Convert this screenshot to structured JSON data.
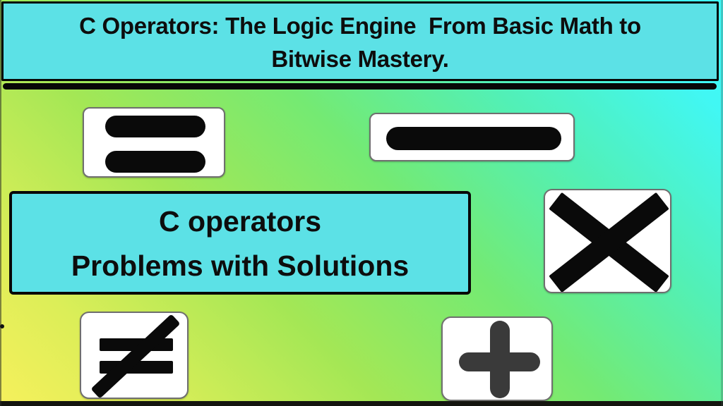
{
  "banner": {
    "title": "C Operators: The Logic Engine  From Basic Math to\nBitwise Mastery."
  },
  "topic_box": {
    "line1": "C operators",
    "line2": "Problems with Solutions"
  },
  "icons": [
    "equals-icon",
    "minus-icon",
    "multiply-icon",
    "not-equal-icon",
    "plus-icon"
  ],
  "colors": {
    "box_cyan": "#5ce1e6",
    "symbol_black": "#0a0a0a",
    "plus_gray": "#3a3a3a",
    "card_white": "#ffffff",
    "border_black": "#070707",
    "gradient_bottom_left": "#f6f05c",
    "gradient_middle": "#8ce760",
    "gradient_top_right": "#41f7f4"
  }
}
